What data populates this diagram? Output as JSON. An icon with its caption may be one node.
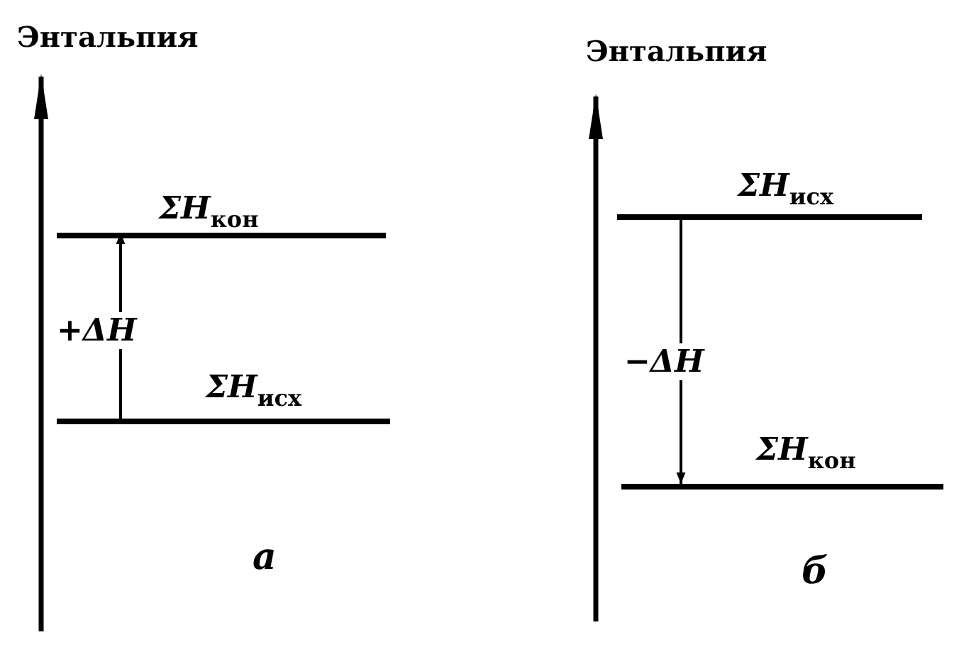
{
  "diagram": {
    "nodes": [
      {
        "text": [
          "*ΣH*$_{кон}$"
        ]
      },
      {
        "text": [
          "*ΣH*$_{исх}$"
        ]
      },
      {
        "text": [
          "*ΣH*$_{исх}$"
        ]
      },
      {
        "text": [
          "*ΣH*$_{кон}$"
        ]
      }
    ],
    "edges": [
      {
        "from": 1,
        "to": 0,
        "arrow": "to",
        "label": "+ΔH"
      },
      {
        "from": 2,
        "to": 3,
        "arrow": "to",
        "label": "−ΔH"
      }
    ],
    "labels": [
      "Энтальпия",
      "Энтальпия",
      "а",
      "б"
    ]
  }
}
